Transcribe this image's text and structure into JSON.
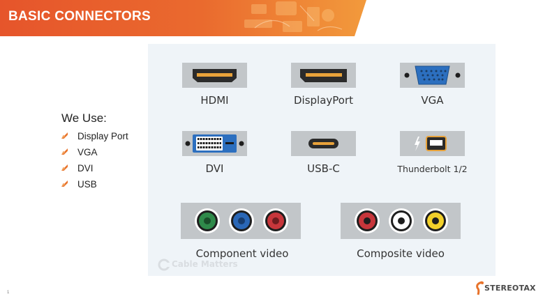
{
  "slide": {
    "title": "BASIC CONNECTORS",
    "page_number": "1",
    "brand": {
      "logo_text": "STEREOTAXIS",
      "icon": "stereotaxis-logo-icon"
    },
    "colors": {
      "banner_start": "#e8562a",
      "banner_end": "#f39b3a",
      "bullet": "#e8732b"
    }
  },
  "usage": {
    "heading": "We Use:",
    "items": [
      {
        "label": "Display Port"
      },
      {
        "label": "VGA"
      },
      {
        "label": "DVI"
      },
      {
        "label": "USB"
      }
    ]
  },
  "figure": {
    "watermark": "Cable Matters",
    "connectors": {
      "hdmi": "HDMI",
      "displayport": "DisplayPort",
      "vga": "VGA",
      "dvi": "DVI",
      "usbc": "USB-C",
      "thunderbolt": "Thunderbolt 1/2",
      "component": "Component video",
      "composite": "Composite video"
    },
    "component_colors": [
      "#2f8a4a",
      "#2a67b6",
      "#c7363b"
    ],
    "composite_colors": [
      "#c7363b",
      "#ffffff",
      "#f2d02a"
    ]
  }
}
